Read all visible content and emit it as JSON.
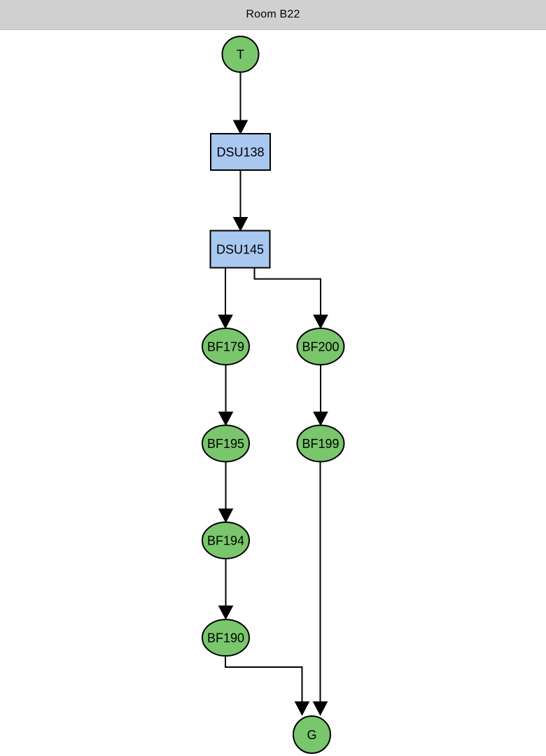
{
  "header": {
    "title": "Room B22"
  },
  "colors": {
    "node_green": "#7ac66d",
    "node_blue": "#a9c8f0",
    "header_bg": "#d0d0d0",
    "edge_black": "#000000",
    "canvas_bg": "#ffffff"
  },
  "diagram": {
    "nodes": {
      "T": {
        "label": "T",
        "shape": "circle",
        "color": "green"
      },
      "DSU138": {
        "label": "DSU138",
        "shape": "box",
        "color": "blue"
      },
      "DSU145": {
        "label": "DSU145",
        "shape": "box",
        "color": "blue"
      },
      "BF179": {
        "label": "BF179",
        "shape": "ellipse",
        "color": "green"
      },
      "BF200": {
        "label": "BF200",
        "shape": "ellipse",
        "color": "green"
      },
      "BF195": {
        "label": "BF195",
        "shape": "ellipse",
        "color": "green"
      },
      "BF199": {
        "label": "BF199",
        "shape": "ellipse",
        "color": "green"
      },
      "BF194": {
        "label": "BF194",
        "shape": "ellipse",
        "color": "green"
      },
      "BF190": {
        "label": "BF190",
        "shape": "ellipse",
        "color": "green"
      },
      "G": {
        "label": "G",
        "shape": "circle",
        "color": "green"
      }
    },
    "edges": [
      {
        "from": "T",
        "to": "DSU138"
      },
      {
        "from": "DSU138",
        "to": "DSU145"
      },
      {
        "from": "DSU145",
        "to": "BF179"
      },
      {
        "from": "DSU145",
        "to": "BF200"
      },
      {
        "from": "BF179",
        "to": "BF195"
      },
      {
        "from": "BF200",
        "to": "BF199"
      },
      {
        "from": "BF195",
        "to": "BF194"
      },
      {
        "from": "BF199",
        "to": "G"
      },
      {
        "from": "BF194",
        "to": "BF190"
      },
      {
        "from": "BF190",
        "to": "G"
      }
    ]
  }
}
